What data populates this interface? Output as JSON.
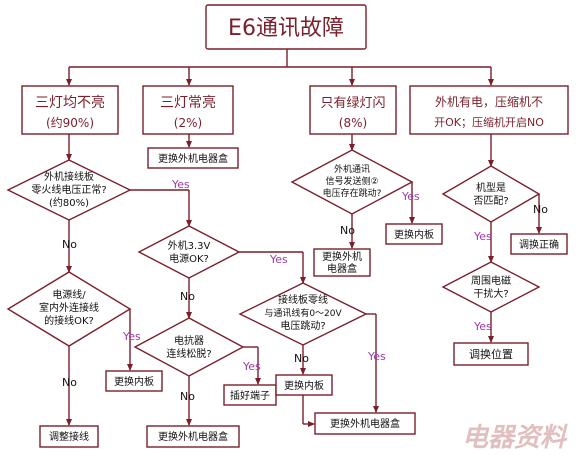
{
  "title": "E6通讯故障",
  "branches": {
    "b1_line1": "三灯均不亮",
    "b1_line2": "(约90%)",
    "b2_line1": "三灯常亮",
    "b2_line2": "(2%)",
    "b3_line1": "只有绿灯闪",
    "b3_line2": "(8%)",
    "b4_line1": "外机有电，压缩机不",
    "b4_line2": "开OK；压缩机开启NO"
  },
  "decisions": {
    "d1_l1": "外机接线板",
    "d1_l2": "零火线电压正常?",
    "d1_l3": "(约80%)",
    "d2_l1": "电源线/",
    "d2_l2": "室内外连接线",
    "d2_l3": "的接线OK?",
    "d3_l1": "外机3.3V",
    "d3_l2": "电源OK?",
    "d4_l1": "电抗器",
    "d4_l2": "连线松脱?",
    "d5_l1": "接线板零线",
    "d5_l2": "与通讯线有0～20V",
    "d5_l3": "电压跳动?",
    "d6_l1": "外机通讯",
    "d6_l2": "信号发送侧②",
    "d6_l3": "电压存在跳动?",
    "d7_l1": "机型是",
    "d7_l2": "否匹配?",
    "d8_l1": "周围电磁",
    "d8_l2": "干扰大?"
  },
  "actions": {
    "a_b2": "更换外机电器盒",
    "a_d2": "更换内板",
    "a_d2no": "调整接线",
    "a_d4yes": "插好端子",
    "a_d4no": "更换外机电器盒",
    "a_d5no": "更换内板",
    "a_final": "更换外机电器盒",
    "a_d6no_l1": "更换外机",
    "a_d6no_l2": "电器盒",
    "a_d6yes": "更换内板",
    "a_d7no": "调换正确",
    "a_d8yes": "调换位置"
  },
  "labels": {
    "yes": "Yes",
    "no": "No"
  },
  "watermark": "电器资料",
  "colors": {
    "line": "#7a1f2b",
    "yes": "#9b3ca6",
    "no": "#111111",
    "box_bg": "#ffffff",
    "accent": "#c0392b"
  }
}
